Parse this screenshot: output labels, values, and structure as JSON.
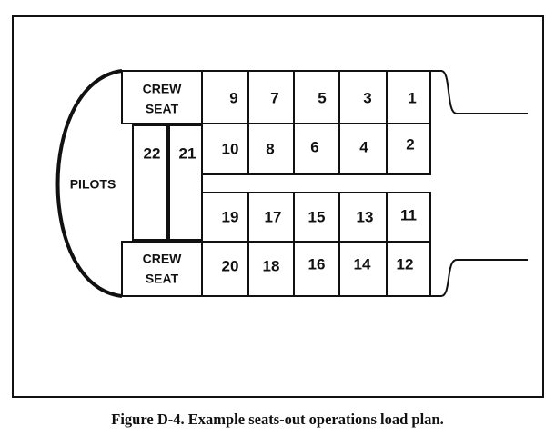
{
  "labels": {
    "pilots": "PILOTS",
    "crew_seat_top": [
      "CREW",
      "SEAT"
    ],
    "crew_seat_bottom": [
      "CREW",
      "SEAT"
    ]
  },
  "seats": {
    "row_top": [
      "9",
      "7",
      "5",
      "3",
      "1"
    ],
    "row_2": [
      "10",
      "8",
      "6",
      "4",
      "2"
    ],
    "row_3": [
      "19",
      "17",
      "15",
      "13",
      "11"
    ],
    "row_bottom": [
      "20",
      "18",
      "16",
      "14",
      "12"
    ],
    "side_left": "22",
    "side_right": "21"
  },
  "caption": "Figure D-4. Example seats-out operations load plan.",
  "colors": {
    "line": "#111111",
    "background": "#ffffff"
  }
}
